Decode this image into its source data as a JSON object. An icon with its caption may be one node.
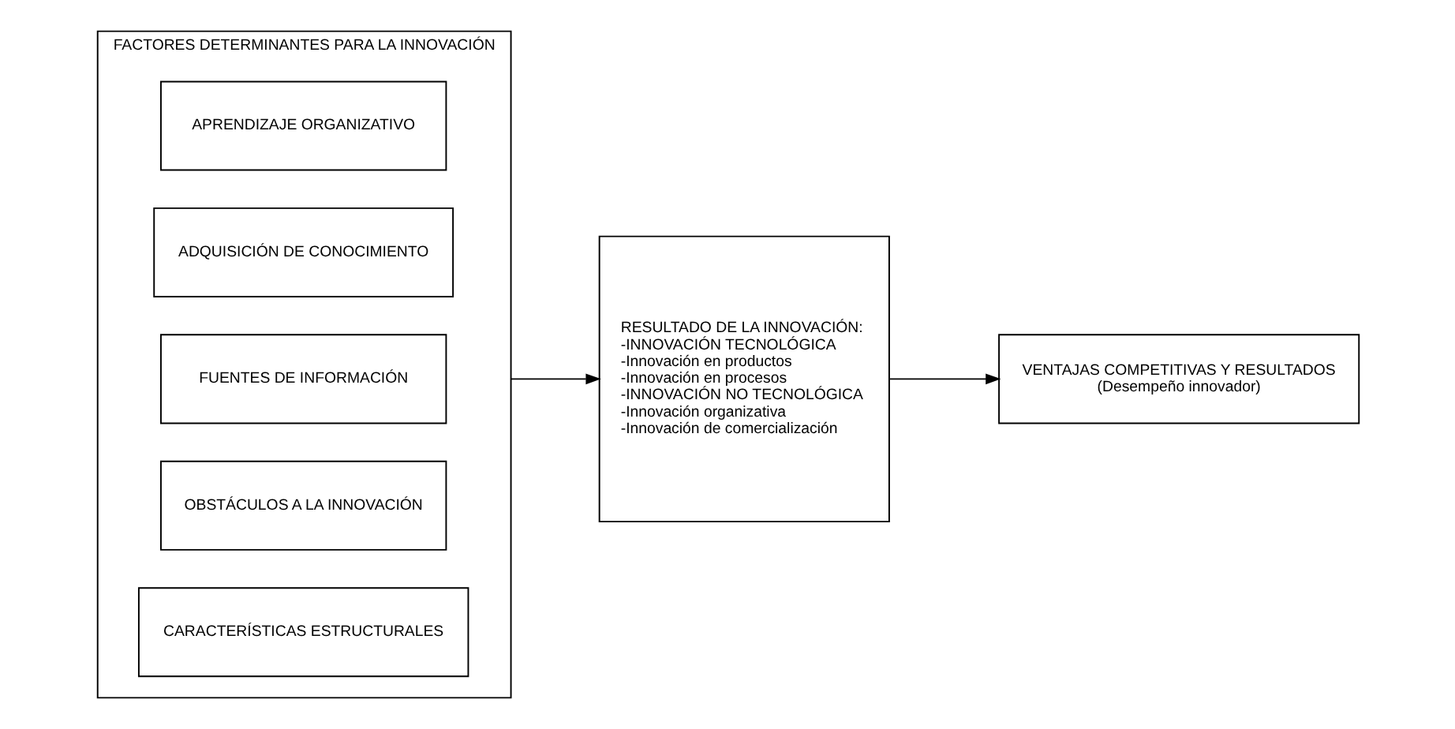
{
  "diagram": {
    "nodes": [
      {
        "text": [
          "FACTORES DETERMINANTES PARA LA INNOVACIÓN"
        ]
      },
      {
        "text": [
          "CARACTERÍSTICAS ESTRUCTURALES"
        ],
        "in": 0
      },
      {
        "text": [
          "OBSTÁCULOS A LA INNOVACIÓN"
        ],
        "in": 0
      },
      {
        "text": [
          "FUENTES DE INFORMACIÓN"
        ],
        "in": 0
      },
      {
        "text": [
          "ADQUISICIÓN DE CONOCIMIENTO"
        ],
        "in": 0
      },
      {
        "text": [
          "APRENDIZAJE ORGANIZATIVO"
        ],
        "in": 0
      },
      {
        "text": [
          "RESULTADO DE LA INNOVACIÓN:",
          "-INNOVACIÓN TECNOLÓGICA",
          "-Innovación en productos",
          "-Innovación en procesos",
          "-INNOVACIÓN NO TECNOLÓGICA",
          "-Innovación organizativa",
          "-Innovación de comercialización"
        ]
      },
      {
        "text": [
          "VENTAJAS COMPETITIVAS Y RESULTADOS",
          "(Desempeño innovador)"
        ]
      }
    ],
    "edges": [
      {
        "from": 0,
        "to": 6,
        "arrow": "to"
      },
      {
        "from": 6,
        "to": 7,
        "arrow": "to"
      }
    ]
  }
}
